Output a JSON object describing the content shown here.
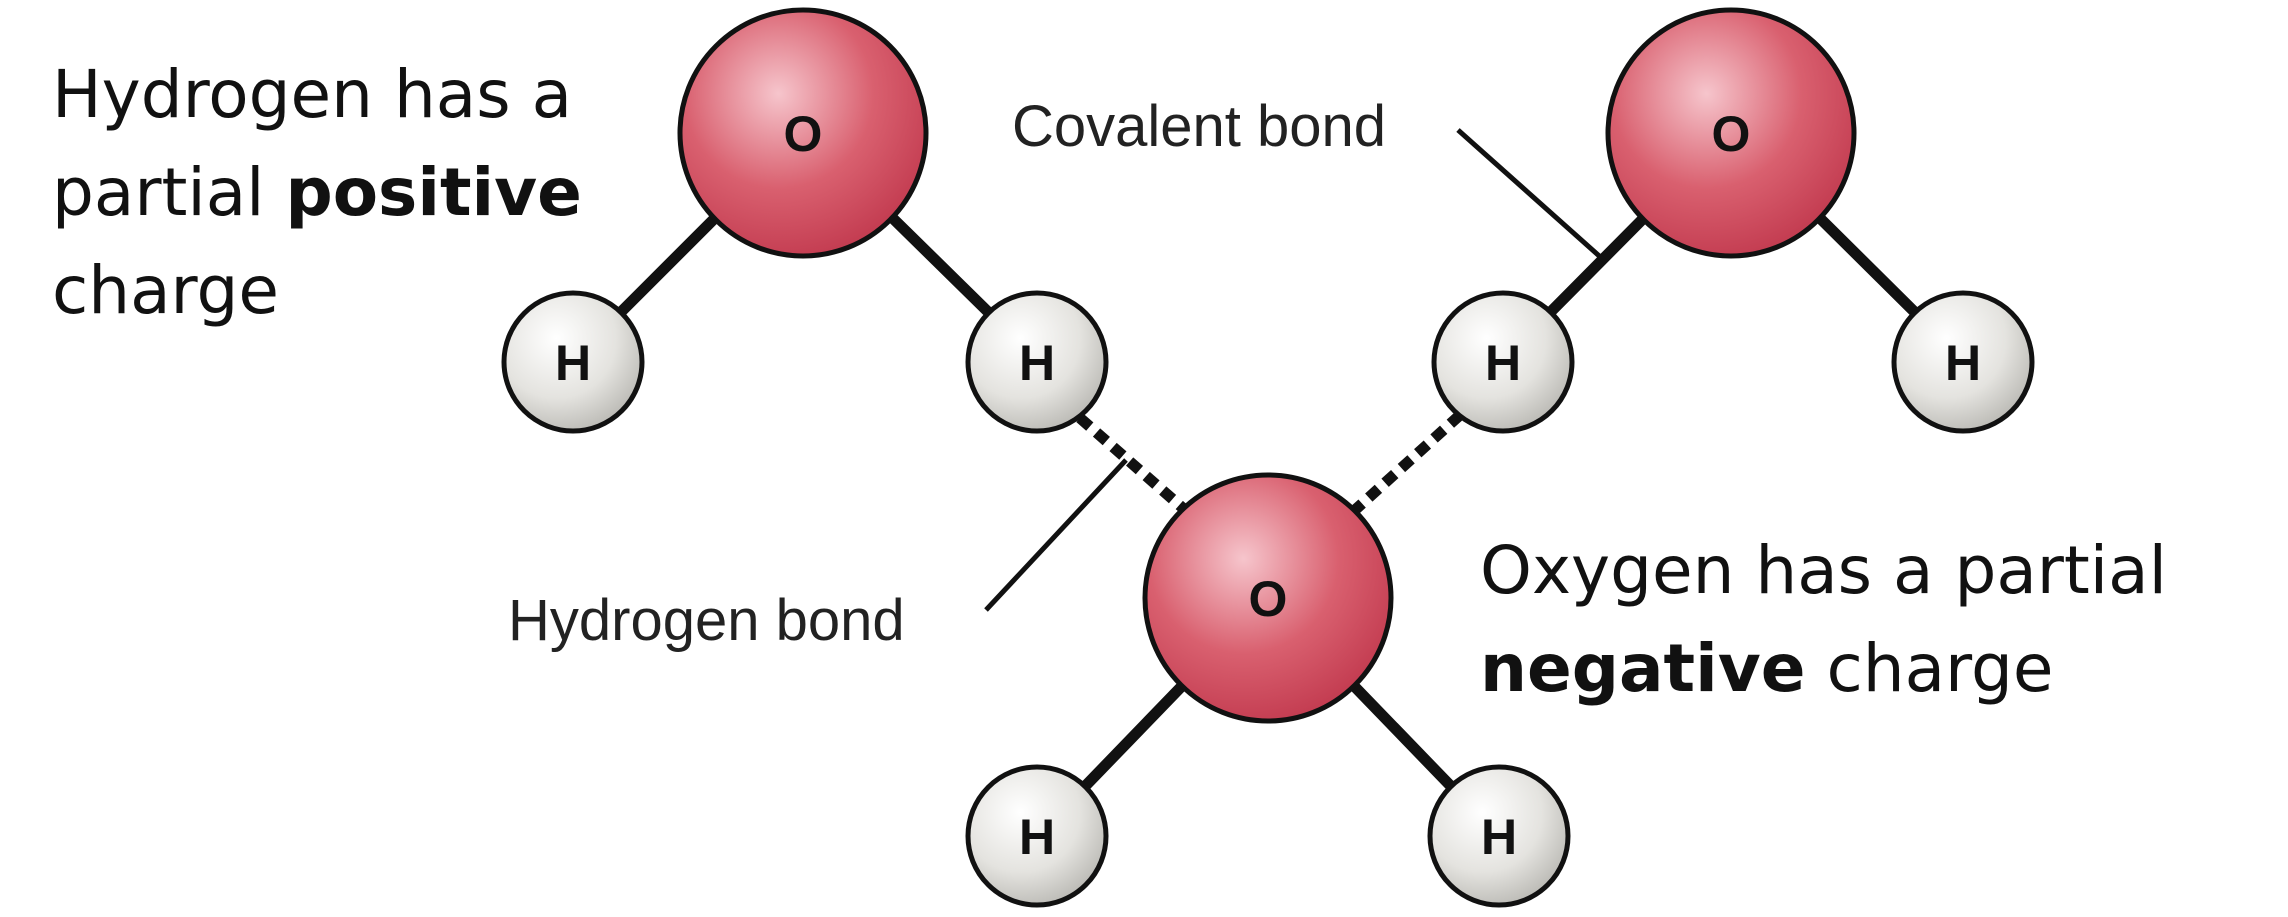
{
  "captions": {
    "hydrogen": {
      "line1": "Hydrogen has a",
      "line2_prefix": "partial ",
      "line2_bold": "positive",
      "line3": "charge"
    },
    "oxygen": {
      "line1": "Oxygen has a partial",
      "line2_bold": "negative",
      "line2_suffix": " charge"
    }
  },
  "labels": {
    "covalent_bond": "Covalent bond",
    "hydrogen_bond": "Hydrogen bond"
  },
  "atoms": {
    "oxygen_symbol": "O",
    "hydrogen_symbol": "H"
  },
  "colors": {
    "oxygen_fill": "#d9606f",
    "oxygen_highlight": "#f6c5cc",
    "hydrogen_fill": "#e4e3df",
    "hydrogen_highlight": "#ffffff",
    "bond": "#111111"
  }
}
